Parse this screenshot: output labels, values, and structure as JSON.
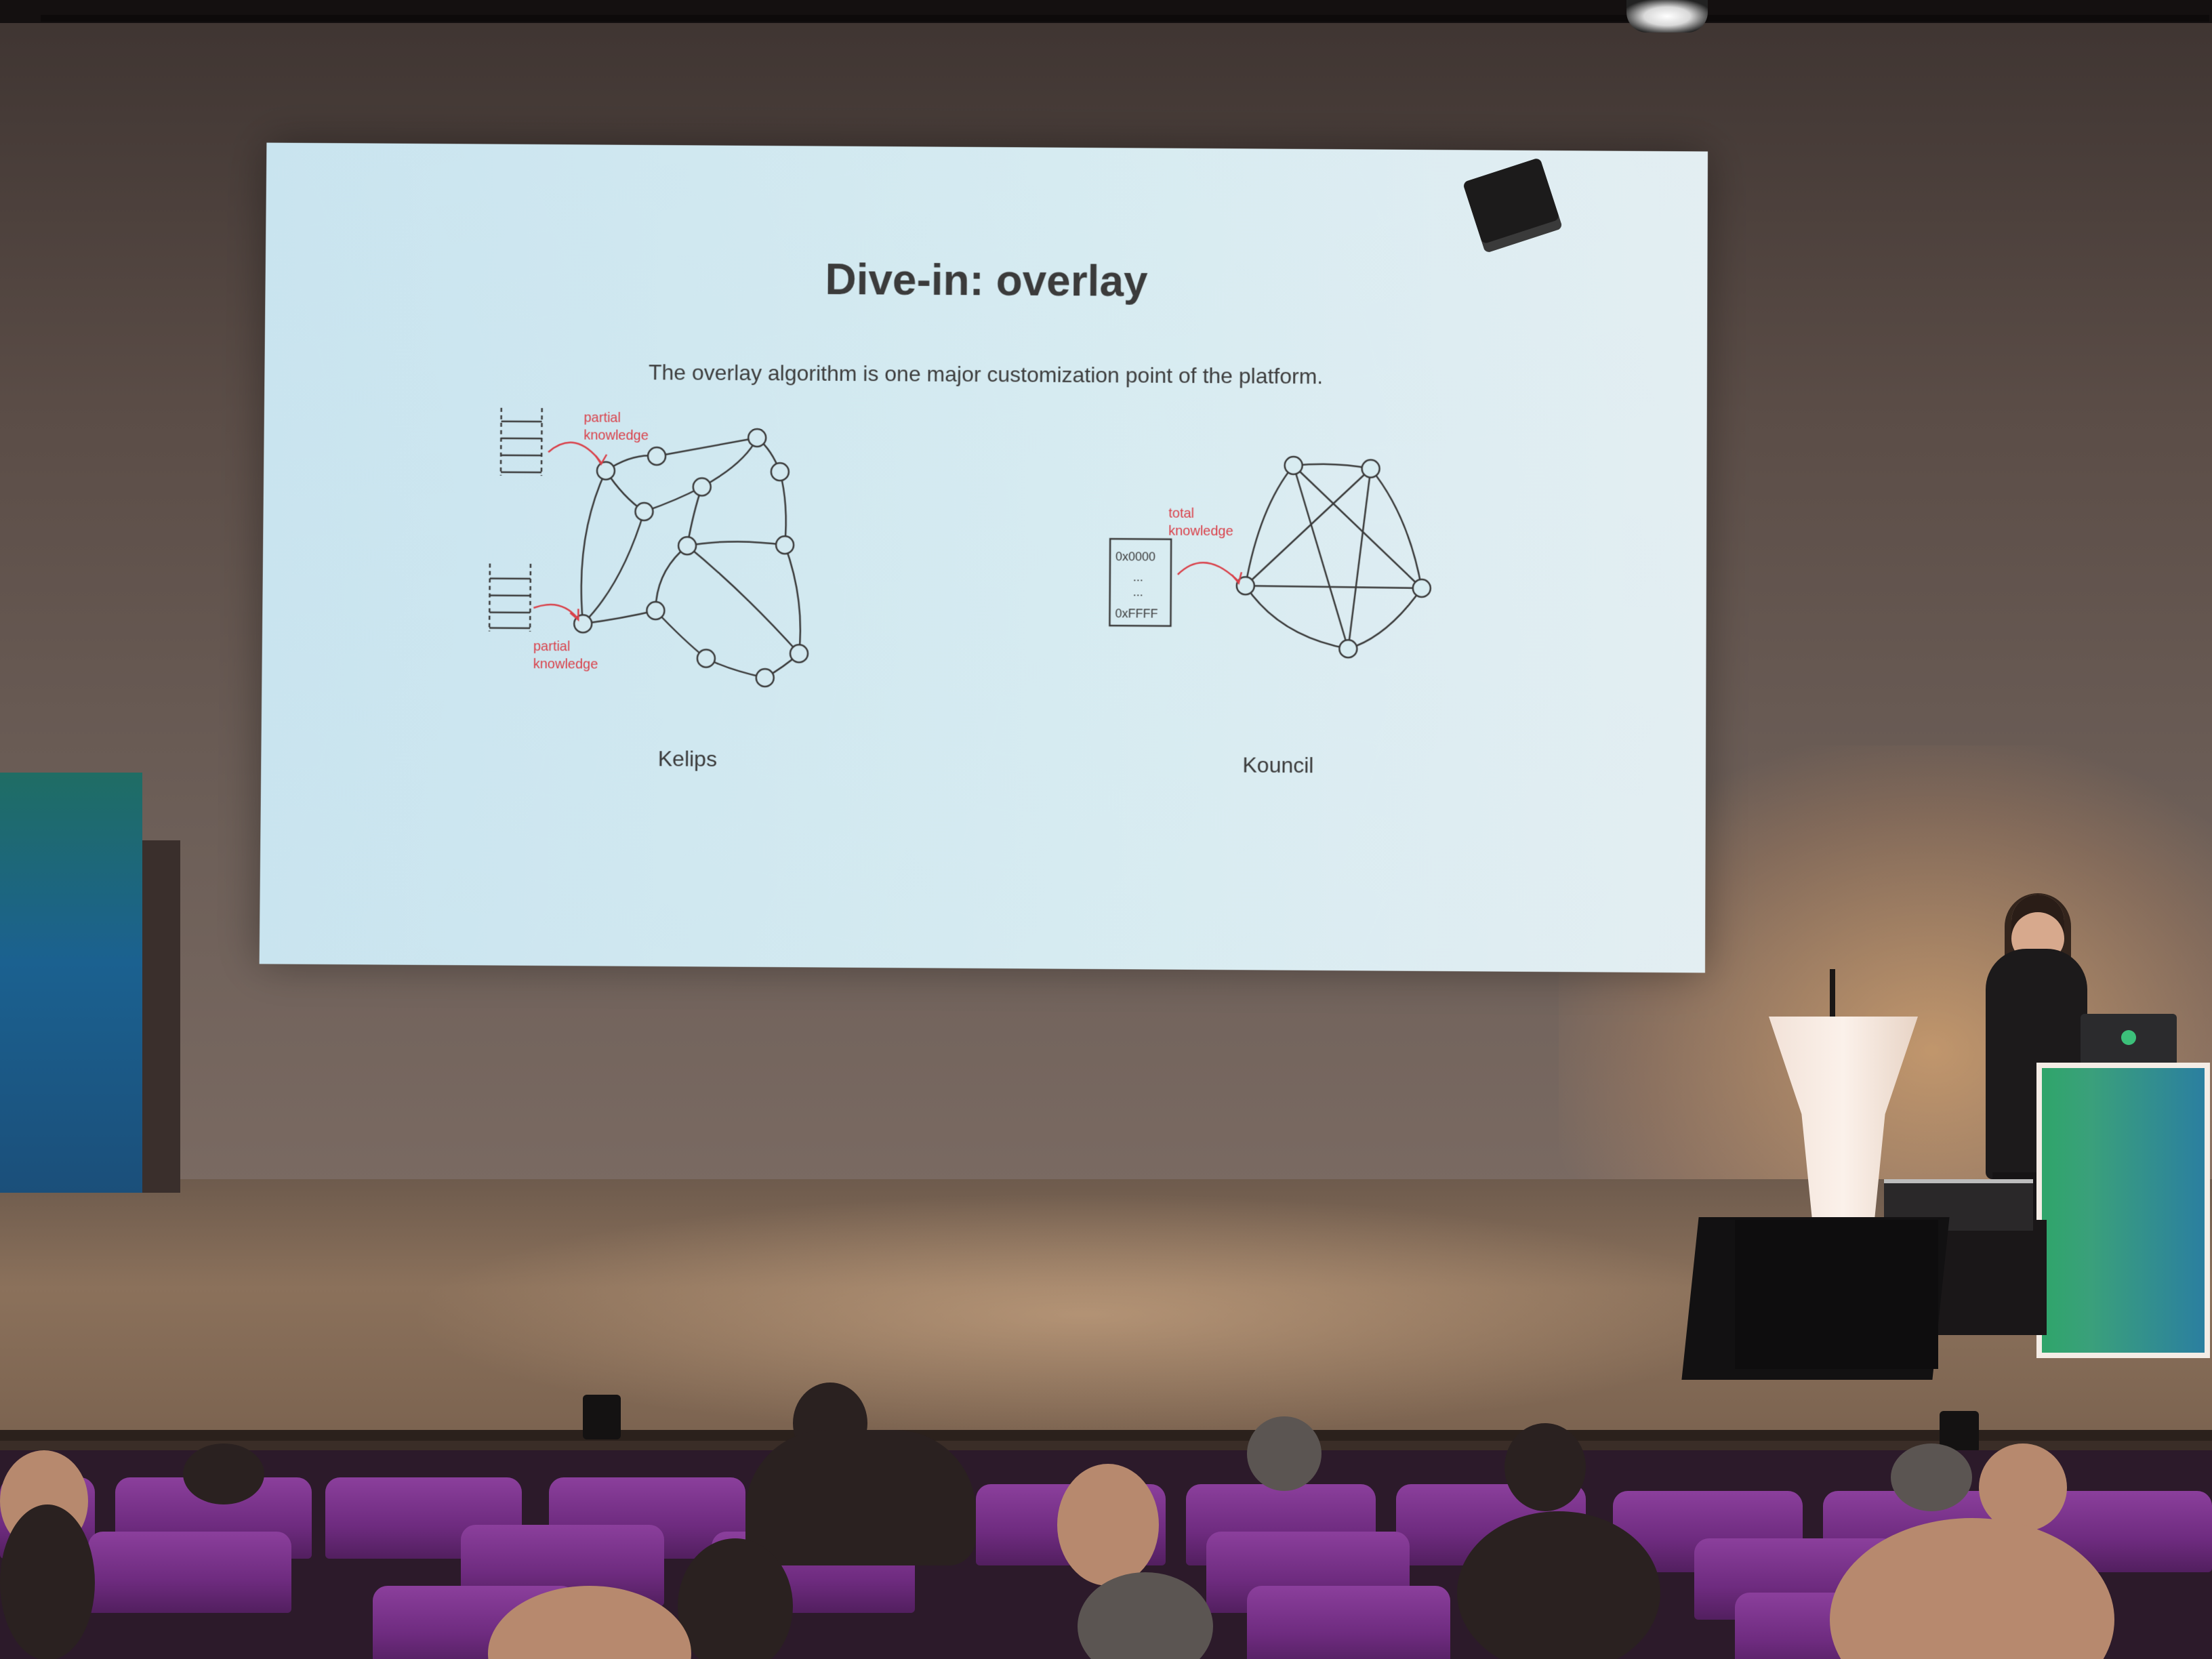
{
  "slide": {
    "title": "Dive-in: overlay",
    "subtitle": "The overlay algorithm is one major customization point of the platform.",
    "kelips": {
      "caption": "Kelips",
      "label_top_1": "partial",
      "label_top_2": "knowledge",
      "label_bottom_1": "partial",
      "label_bottom_2": "knowledge"
    },
    "kouncil": {
      "caption": "Kouncil",
      "label_1": "total",
      "label_2": "knowledge",
      "table_top": "0x0000",
      "table_dots_1": "...",
      "table_dots_2": "...",
      "table_bottom": "0xFFFF"
    }
  },
  "colors": {
    "slide_bg": "#d3e9f0",
    "title_text": "#3b3b3b",
    "annotation_red": "#d9414a",
    "seat_purple": "#7a2f8c",
    "lectern_green": "#2fa56a"
  }
}
